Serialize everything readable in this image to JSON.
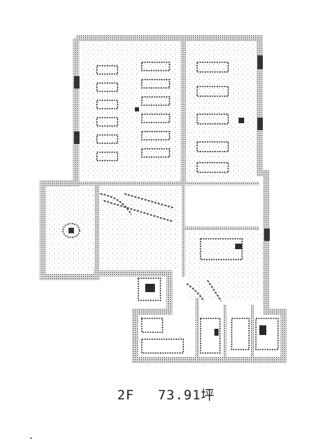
{
  "caption": {
    "floor": "2F",
    "area": "73.91坪"
  },
  "colors": {
    "wall": "#2a2a2a",
    "fixture": "#5a5a5a",
    "background": "#ffffff"
  },
  "icons": {
    "compass": "none",
    "plan": "floor-plan-drawing"
  }
}
